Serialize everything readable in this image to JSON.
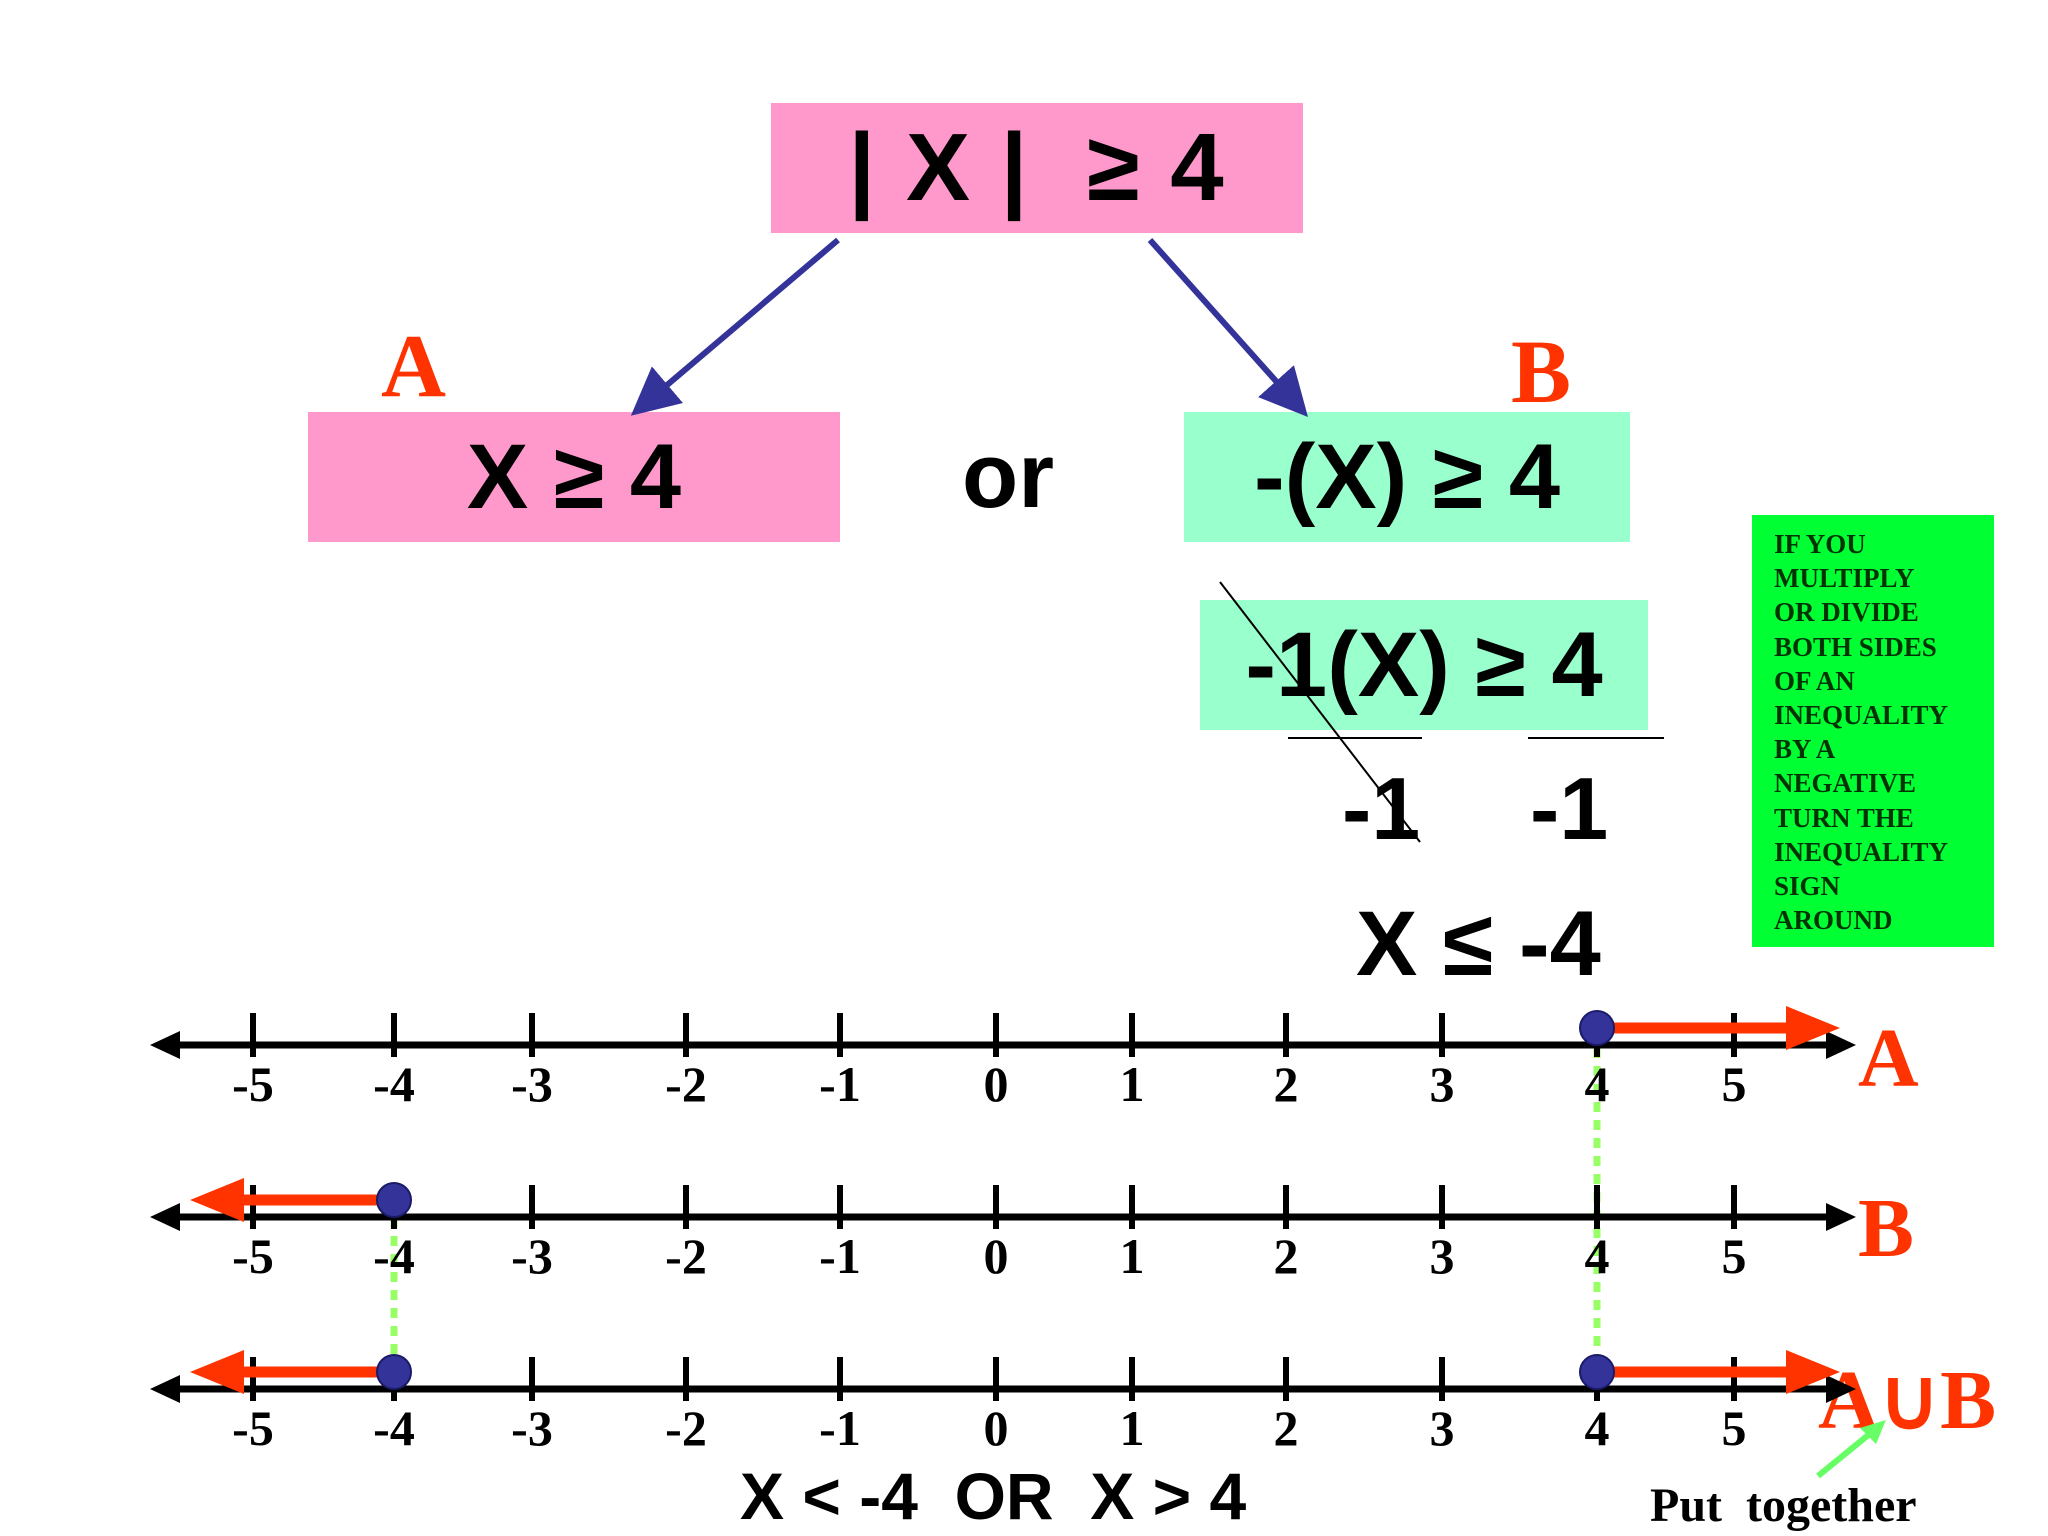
{
  "top_equation": "| X |  ≥ 4",
  "branch_a": {
    "letter": "A",
    "equation": "X ≥ 4"
  },
  "connector": "or",
  "branch_b": {
    "letter": "B",
    "equation": "-(X) ≥ 4"
  },
  "step_equation": "-1(X) ≥ 4",
  "divisors": [
    "-1",
    "-1"
  ],
  "b_result": "X ≤ -4",
  "note_lines": [
    "IF YOU",
    "MULTIPLY",
    "OR DIVIDE",
    "BOTH SIDES",
    "OF AN",
    "INEQUALITY",
    "BY A",
    "NEGATIVE",
    "TURN THE",
    "INEQUALITY",
    "SIGN",
    "AROUND"
  ],
  "number_lines": [
    {
      "label": "A",
      "ticks": [
        "-5",
        "-4",
        "-3",
        "-2",
        "-1",
        "0",
        "1",
        "2",
        "3",
        "4",
        "5"
      ],
      "rays": [
        {
          "from": 4,
          "direction": "right"
        }
      ]
    },
    {
      "label": "B",
      "ticks": [
        "-5",
        "-4",
        "-3",
        "-2",
        "-1",
        "0",
        "1",
        "2",
        "3",
        "4",
        "5"
      ],
      "rays": [
        {
          "from": -4,
          "direction": "left"
        }
      ]
    },
    {
      "label": "A∪B",
      "ticks": [
        "-5",
        "-4",
        "-3",
        "-2",
        "-1",
        "0",
        "1",
        "2",
        "3",
        "4",
        "5"
      ],
      "rays": [
        {
          "from": -4,
          "direction": "left"
        },
        {
          "from": 4,
          "direction": "right"
        }
      ]
    }
  ],
  "final_answer": "X < -4  OR  X > 4",
  "union_caption": "Put  together",
  "colors": {
    "pink": "#ff99cc",
    "mint": "#99ffcc",
    "note": "#00ff33",
    "red": "#ff3300",
    "dot": "#333399",
    "arrow": "#333399",
    "dash": "#99ff66"
  }
}
